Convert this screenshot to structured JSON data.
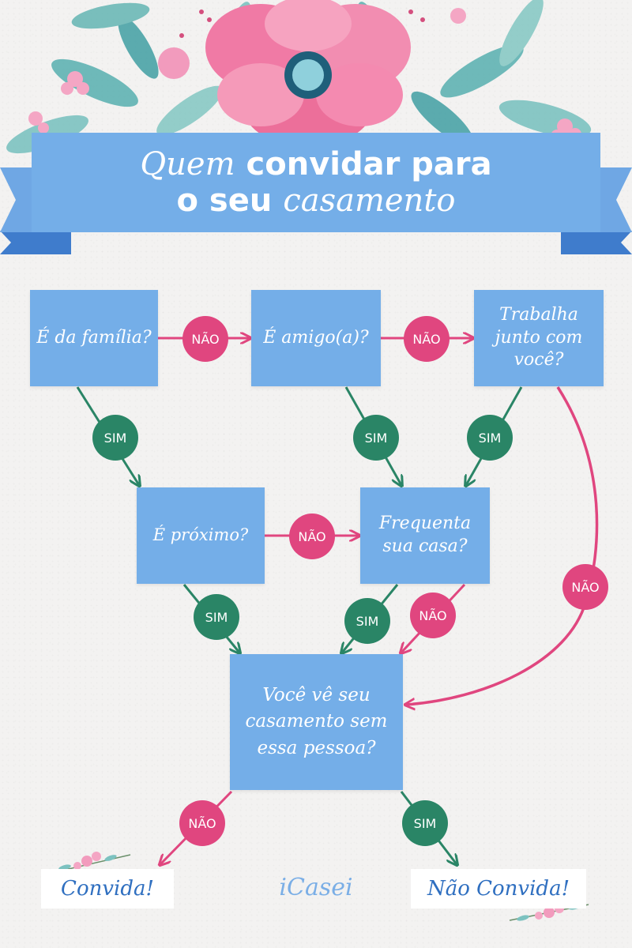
{
  "title": {
    "word_quem": "Quem",
    "words_convidar_para": "convidar para",
    "words_o_seu": "o seu",
    "word_casamento": "casamento"
  },
  "questions": {
    "familia": "É da família?",
    "amigo": "É amigo(a)?",
    "trabalha": "Trabalha\njunto com\nvocê?",
    "proximo": "É próximo?",
    "frequenta": "Frequenta\nsua casa?",
    "voce_ve": "Você vê seu\ncasamento sem\nessa pessoa?"
  },
  "answers": {
    "nao": "NÃO",
    "sim": "SIM"
  },
  "results": {
    "convida": "Convida!",
    "nao_convida": "Não Convida!"
  },
  "brand": {
    "logo": "iCasei"
  },
  "colors": {
    "box_blue": "#74aee8",
    "nao_pink": "#e0467f",
    "sim_green": "#2a8566",
    "ribbon_dark": "#3f7ccc"
  }
}
